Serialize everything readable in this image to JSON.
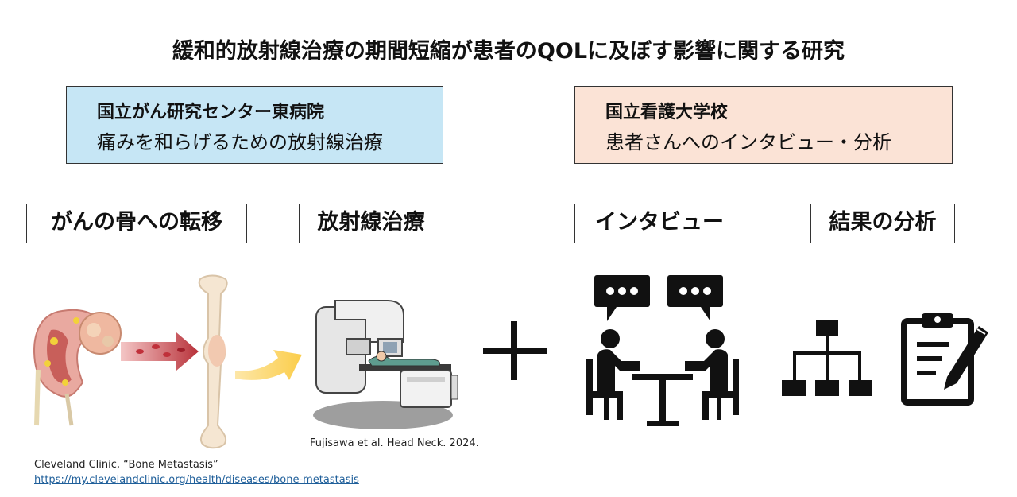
{
  "title": "緩和的放射線治療の期間短縮が患者のQOLに及ぼす影響に関する研究",
  "left_box": {
    "heading": "国立がん研究センター東病院",
    "subtitle": "痛みを和らげるための放射線治療"
  },
  "right_box": {
    "heading": "国立看護大学校",
    "subtitle": "患者さんへのインタビュー・分析"
  },
  "labels": {
    "metastasis": "がんの骨への転移",
    "radiotherapy": "放射線治療",
    "interview": "インタビュー",
    "analysis": "結果の分析"
  },
  "citations": {
    "fujisawa": "Fujisawa et al. Head Neck. 2024.",
    "cleveland": "Cleveland Clinic, “Bone Metastasis”",
    "link": "https://my.clevelandclinic.org/health/diseases/bone-metastasis"
  },
  "colors": {
    "left_box_bg": "#c6e6f5",
    "right_box_bg": "#fbe3d6",
    "link": "#1f5f9a"
  },
  "icons": [
    "kidney-illustration",
    "bloodstream-arrow-icon",
    "bone-illustration",
    "yellow-arrow-icon",
    "linac-machine-illustration",
    "plus-icon",
    "interview-icon",
    "hierarchy-chart-icon",
    "clipboard-pencil-icon"
  ]
}
